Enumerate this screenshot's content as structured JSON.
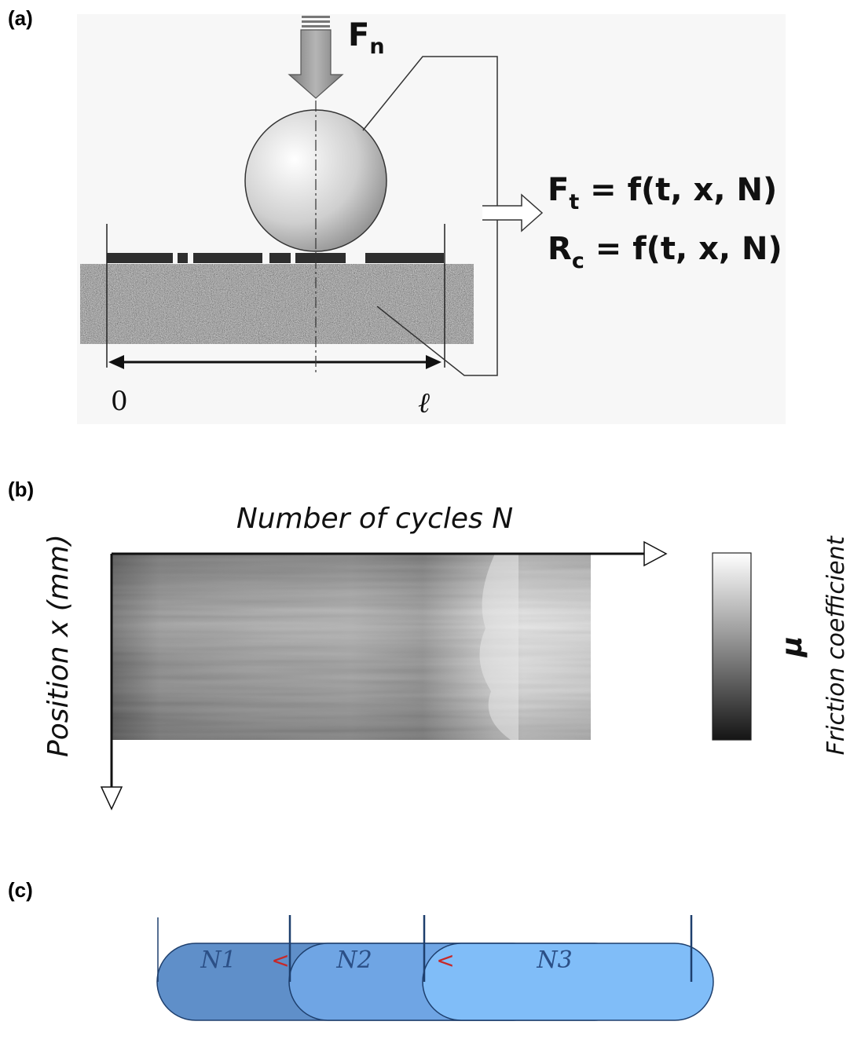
{
  "panels": {
    "a": {
      "label": "(a)",
      "force_symbol": "F",
      "force_subscript": "n",
      "equations": [
        {
          "symbol": "F",
          "subscript": "t",
          "rhs": " = f(t, x, N)"
        },
        {
          "symbol": "R",
          "subscript": "c",
          "rhs": " = f(t, x, N)"
        }
      ],
      "axis_start": "0",
      "axis_end": "ℓ"
    },
    "b": {
      "label": "(b)",
      "x_axis_title": "Number of cycles N",
      "y_axis_title": "Position x (mm)",
      "colorbar_symbol": "μ",
      "colorbar_title": "Friction coefficient"
    },
    "c": {
      "label": "(c)",
      "stages": [
        "N1",
        "N2",
        "N3"
      ],
      "order_symbol": "<",
      "stage_colors": [
        "#5f8fc9",
        "#6fa5e4",
        "#80bdf8"
      ],
      "separator_color": "#c62828"
    }
  }
}
